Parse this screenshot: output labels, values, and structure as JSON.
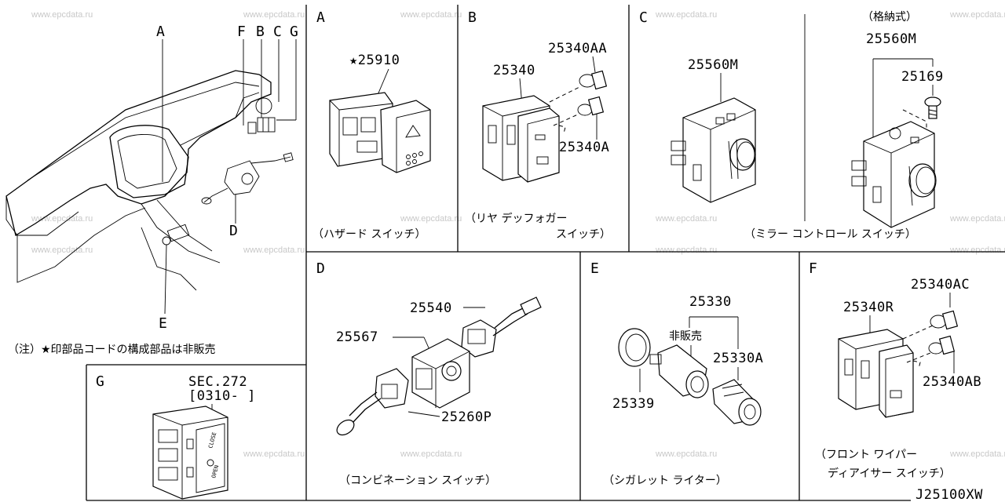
{
  "watermark": "www.epcdata.ru",
  "diagram_code": "J25100XW",
  "note": "（注）★印部品コードの構成部品は非販売",
  "overview": {
    "labels": {
      "A": "A",
      "F": "F",
      "B": "B",
      "C": "C",
      "G": "G",
      "D": "D",
      "E": "E"
    }
  },
  "sections": {
    "A": {
      "letter": "A",
      "part": "★25910",
      "caption": "（ハザード スイッチ）"
    },
    "B": {
      "letter": "B",
      "parts": [
        "25340",
        "25340AA",
        "25340A"
      ],
      "caption_line1": "（リヤ デッフォガー",
      "caption_line2": "スイッチ）"
    },
    "C": {
      "letter": "C",
      "part_left": "25560M",
      "retractable": "（格納式）",
      "part_right": "25560M",
      "part_screw": "25169",
      "caption": "（ミラー コントロール スイッチ）"
    },
    "D": {
      "letter": "D",
      "parts": [
        "25540",
        "25567",
        "25260P"
      ],
      "caption": "（コンビネーション スイッチ）"
    },
    "E": {
      "letter": "E",
      "parts": [
        "25330",
        "25330A",
        "25339"
      ],
      "not_sold": "非販売",
      "caption": "（シガレット ライター）"
    },
    "F": {
      "letter": "F",
      "parts": [
        "25340R",
        "25340AC",
        "25340AB"
      ],
      "caption_line1": "（フロント ワイパー",
      "caption_line2": "ディアイサー スイッチ）"
    },
    "G": {
      "letter": "G",
      "sec": "SEC.272",
      "range": "[0310-       ]",
      "switch_marks": [
        "CLOSE",
        "OPEN"
      ]
    }
  }
}
